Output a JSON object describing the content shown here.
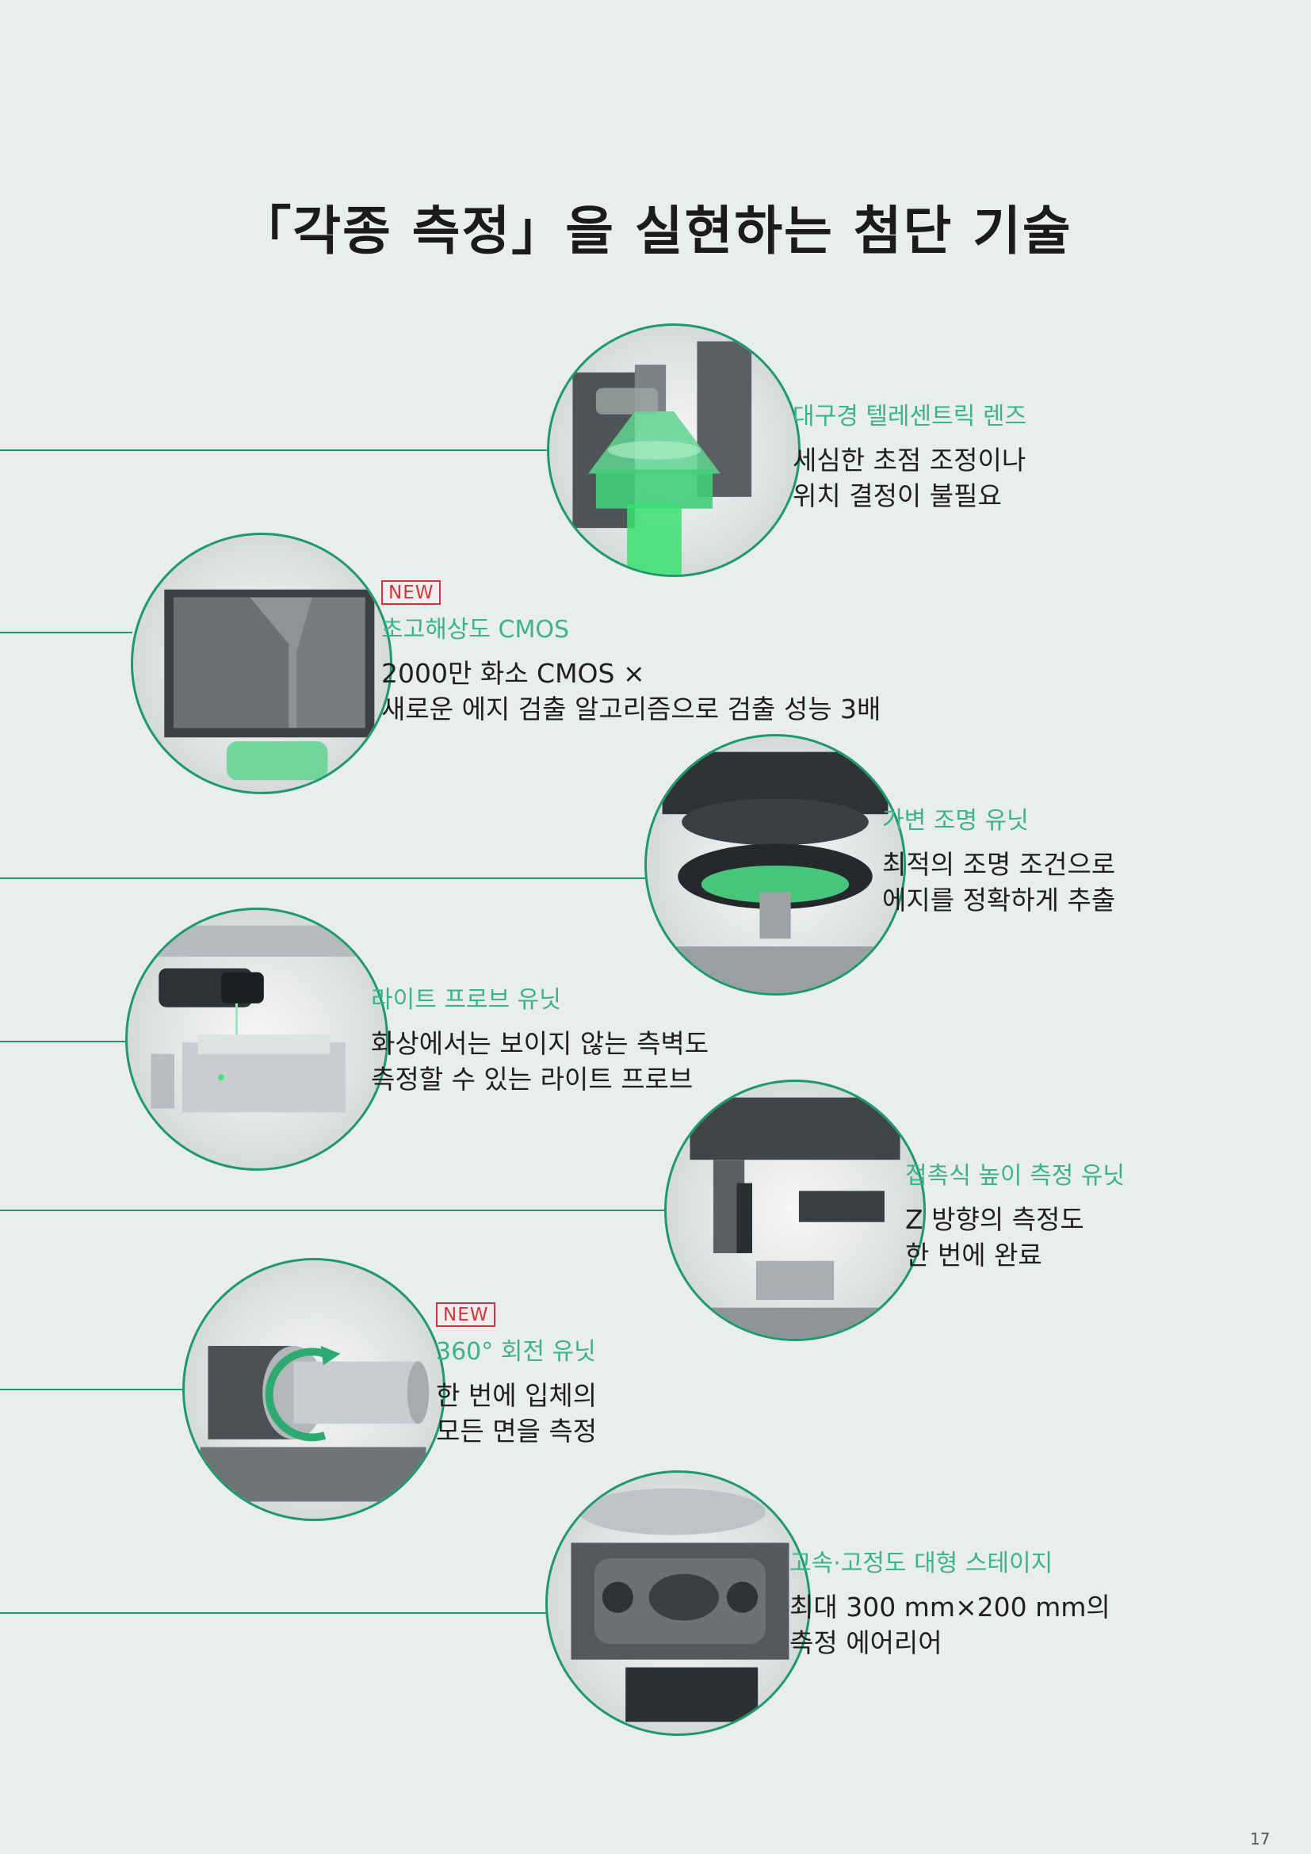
{
  "page": {
    "title": "「각종 측정」을 실현하는 첨단 기술",
    "page_number": "17",
    "accent_color": "#1d9a6c",
    "heading_color": "#3bb38b",
    "badge_color": "#d3333c"
  },
  "features": [
    {
      "badge": "",
      "title": "대구경 텔레센트릭 렌즈",
      "desc1": "세심한 초점 조정이나",
      "desc2": "위치 결정이 불필요",
      "image": "telecentric-lens-photo"
    },
    {
      "badge": "NEW",
      "title": "초고해상도 CMOS",
      "desc1": "2000만 화소 CMOS ×",
      "desc2": "새로운 에지 검출 알고리즘으로 검출 성능 3배",
      "image": "cmos-sensor-photo"
    },
    {
      "badge": "",
      "title": "가변 조명 유닛",
      "desc1": "최적의 조명 조건으로",
      "desc2": "에지를 정확하게 추출",
      "image": "lighting-unit-photo"
    },
    {
      "badge": "",
      "title": "라이트 프로브 유닛",
      "desc1": "화상에서는 보이지 않는 측벽도",
      "desc2": "측정할 수 있는 라이트 프로브",
      "image": "light-probe-photo"
    },
    {
      "badge": "",
      "title": "접촉식 높이 측정 유닛",
      "desc1": "Z 방향의 측정도",
      "desc2": "한 번에 완료",
      "image": "height-measurement-photo"
    },
    {
      "badge": "NEW",
      "title": "360° 회전 유닛",
      "desc1": "한 번에 입체의",
      "desc2": "모든 면을 측정",
      "image": "rotation-unit-photo"
    },
    {
      "badge": "",
      "title": "고속·고정도 대형 스테이지",
      "desc1": "최대 300 mm×200 mm의",
      "desc2": "측정 에어리어",
      "image": "large-stage-photo"
    }
  ]
}
